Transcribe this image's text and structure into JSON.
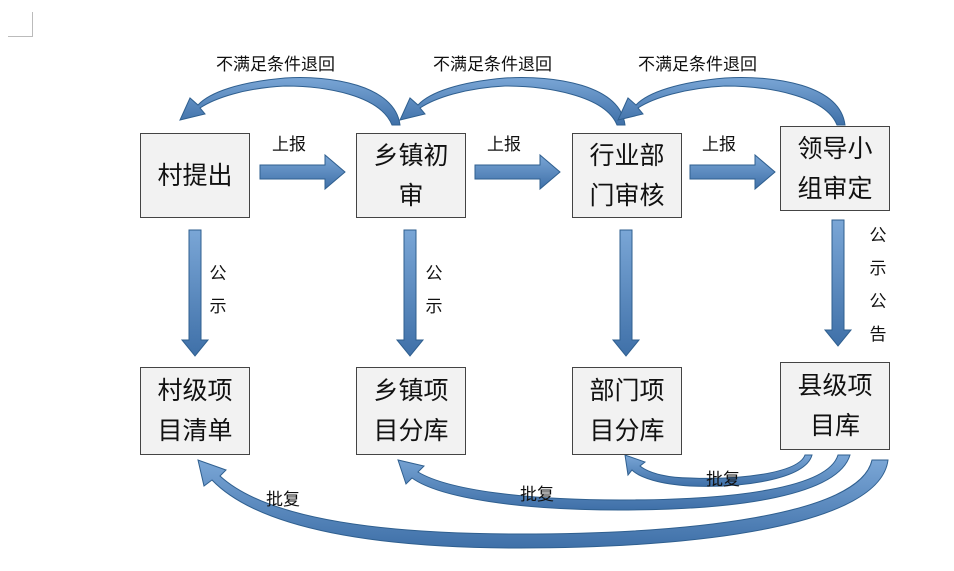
{
  "nodes": {
    "village_submit": "村提出",
    "town_review": "乡镇初审",
    "dept_audit": "行业部门审核",
    "leader_decide": "领导小组审定",
    "village_list": "村级项目清单",
    "town_lib": "乡镇项目分库",
    "dept_lib": "部门项目分库",
    "county_lib": "县级项目库"
  },
  "labels": {
    "report": "上报",
    "reject": "不满足条件退回",
    "publicize": "公示",
    "publicize_announce": "公示公告",
    "approve": "批复"
  },
  "colors": {
    "arrow_fill": "#4f81bd",
    "arrow_stroke": "#2f5f8f",
    "box_fill": "#f2f2f2"
  }
}
